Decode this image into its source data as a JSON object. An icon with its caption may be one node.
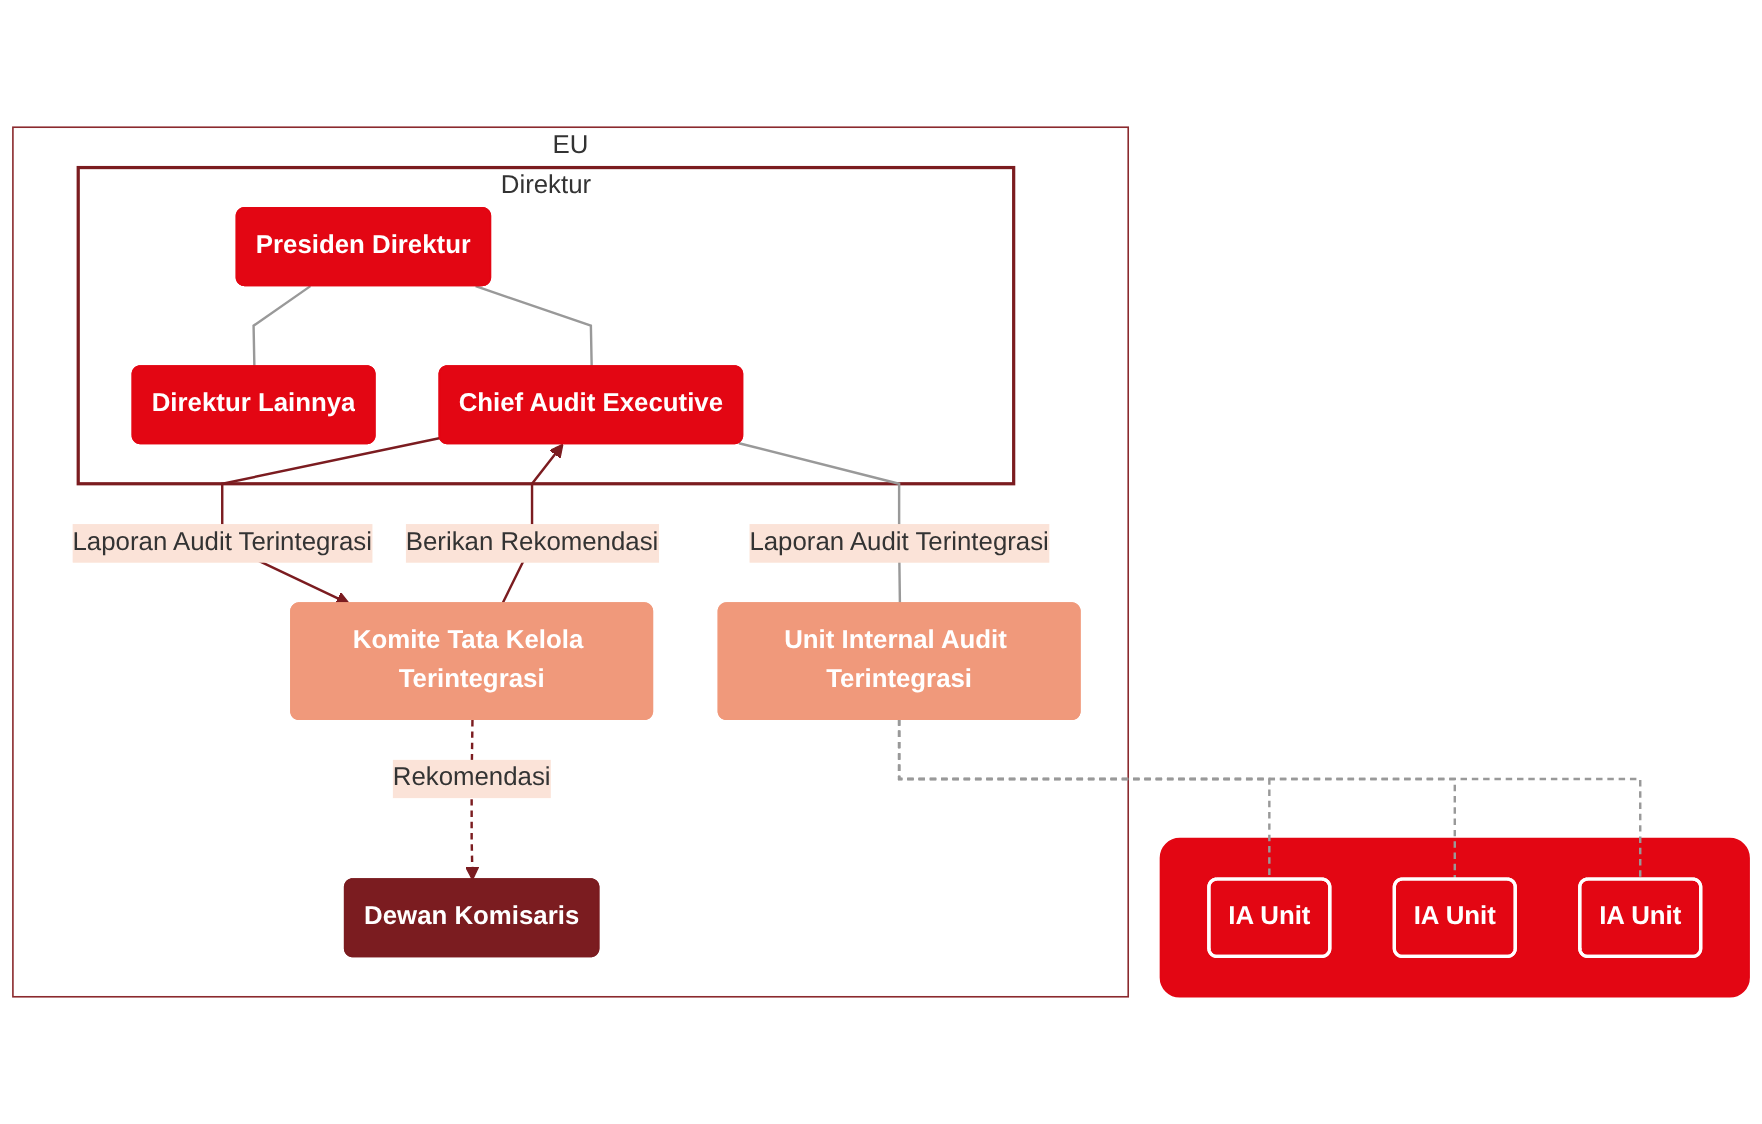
{
  "diagram": {
    "nodes": [
      {
        "text": [
          "EU"
        ]
      },
      {
        "text": [
          "Dewan Komisaris"
        ],
        "in": 0
      },
      {
        "text": [
          "Direktur"
        ],
        "in": 0
      },
      {
        "text": [
          "Presiden Direktur"
        ],
        "in": 2
      },
      {
        "text": [
          "Direktur Lainnya"
        ],
        "in": 2
      },
      {
        "text": [
          "Chief Audit Executive"
        ],
        "in": 2
      },
      {
        "text": [
          "Komite Tata Kelola Terintegrasi"
        ],
        "in": 0
      },
      {
        "text": [
          "Unit Internal Audit Terintegrasi"
        ],
        "in": 0
      },
      {
        "text": [],
        "shape": "box"
      },
      {
        "text": [
          "IA Unit"
        ],
        "in": 8
      },
      {
        "text": [
          "IA Unit"
        ],
        "in": 8
      },
      {
        "text": [
          "IA Unit"
        ],
        "in": 8
      }
    ],
    "edges": [
      {
        "from": 3,
        "to": 4,
        "arrow": "none"
      },
      {
        "from": 3,
        "to": 5,
        "arrow": "none"
      },
      {
        "from": 6,
        "to": 1,
        "arrow": "to",
        "label": "Rekomendasi",
        "style": "dashed",
        "color": "#7b1c20"
      },
      {
        "from": 6,
        "to": 5,
        "arrow": "to",
        "label": "Berikan Rekomendasi",
        "color": "#7b1c20"
      },
      {
        "from": 5,
        "to": 6,
        "arrow": "to",
        "label": "Laporan Audit Terintegrasi",
        "color": "#7b1c20"
      },
      {
        "from": 5,
        "to": 7,
        "arrow": "none",
        "label": "Laporan Audit Terintegrasi"
      },
      {
        "from": 7,
        "to": 9,
        "arrow": "none",
        "style": "dashed"
      },
      {
        "from": 7,
        "to": 10,
        "arrow": "none",
        "style": "dashed"
      },
      {
        "from": 7,
        "to": 11,
        "arrow": "none",
        "style": "dashed"
      }
    ]
  }
}
